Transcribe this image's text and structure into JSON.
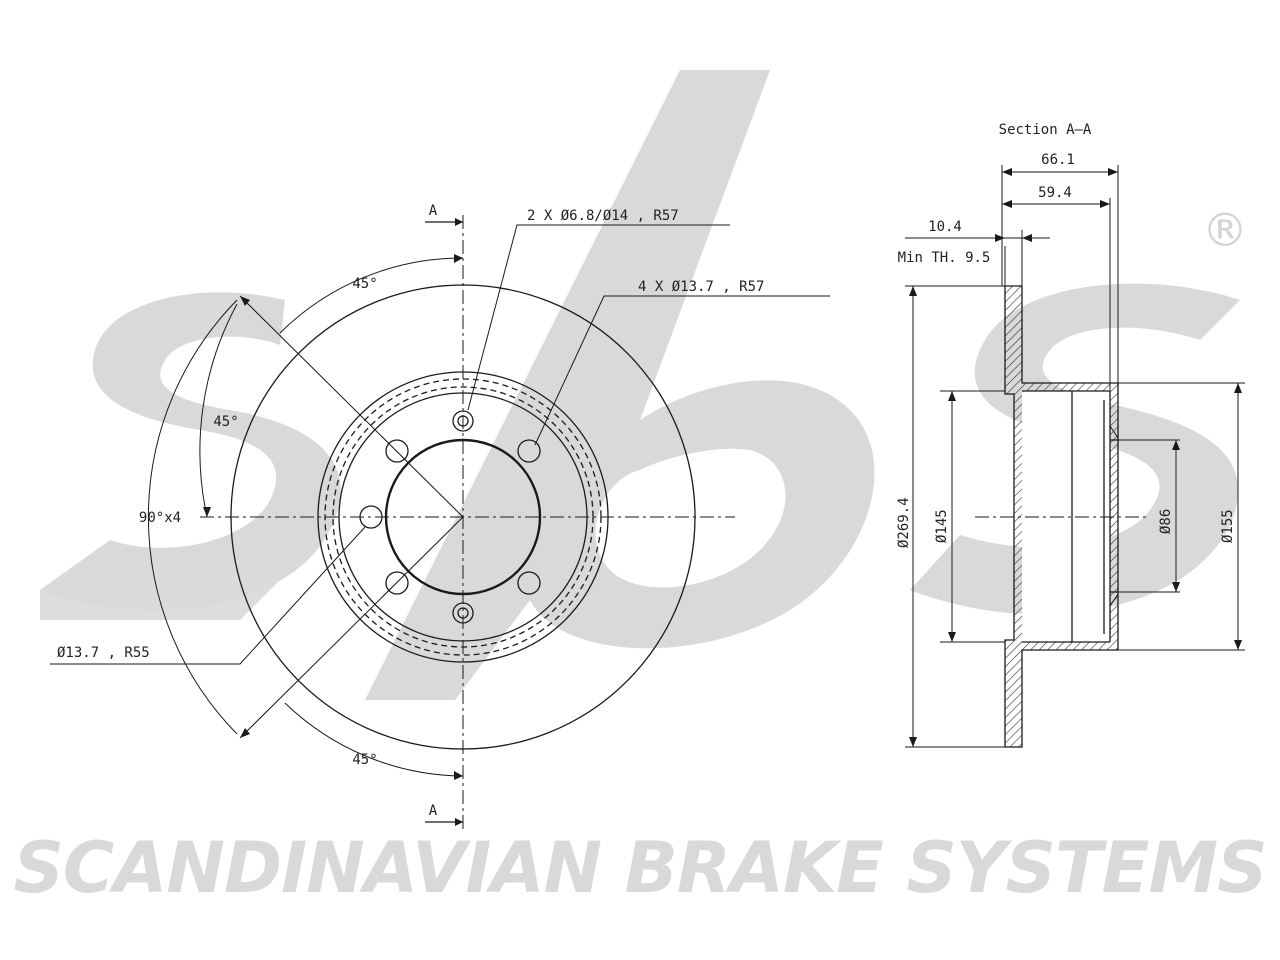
{
  "watermark": {
    "logo_text": "sbs",
    "registered_mark": "®",
    "brand_line": "SCANDINAVIAN BRAKE SYSTEMS",
    "watermark_color": "#d9d9d9"
  },
  "front_view": {
    "section_marker_top": "A",
    "section_marker_bottom": "A",
    "callout_small_holes": "2 X Ø6.8/Ø14 , R57",
    "callout_bolt_holes": "4 X Ø13.7 , R57",
    "callout_inner_hole": "Ø13.7 , R55",
    "angle_top": "45°",
    "angle_left": "45°",
    "angle_bottom": "45°",
    "angle_pattern": "90°x4"
  },
  "section_view": {
    "title": "Section A–A",
    "dim_overall_height": "66.1",
    "dim_hat_depth": "59.4",
    "dim_thickness": "10.4",
    "dim_min_thickness": "Min TH. 9.5",
    "dia_outer": "Ø269.4",
    "dia_hat": "Ø145",
    "dia_center": "Ø86",
    "dia_hat_outer": "Ø155"
  },
  "colors": {
    "line": "#1a1a1a",
    "hatch": "#333333"
  }
}
